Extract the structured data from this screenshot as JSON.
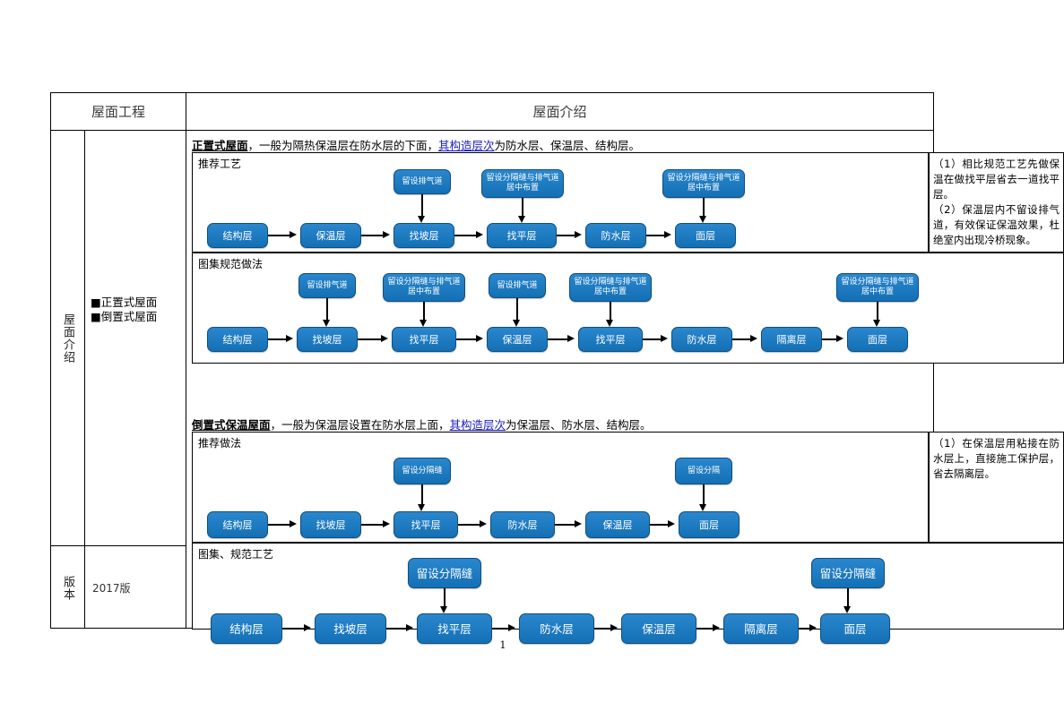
{
  "header": {
    "left_title": "屋面工程",
    "right_title": "屋面介绍"
  },
  "sidebar": {
    "section_label": "屋面介绍",
    "version_label": "版本",
    "version_value": "2017版",
    "bullets": [
      "■正置式屋面",
      "■倒置式屋面"
    ]
  },
  "intro1": {
    "bold": "正置式屋面",
    "mid": "，一般为隔热保温层在防水层的下面，",
    "link": "其构造层次",
    "tail": "为防水层、保温层、结构层。"
  },
  "intro2": {
    "bold": "倒置式保温屋面",
    "mid": "，一般为保温层设置在防水层上面，",
    "link": "其构造层次",
    "tail": "为保温层、防水层、结构层。"
  },
  "panels": {
    "p1_label": "推荐工艺",
    "p2_label": "图集规范做法",
    "p3_label": "推荐做法",
    "p4_label": "图集、规范工艺"
  },
  "notes": {
    "note1_line1": "（1）相比规范工艺先做保温在做找平层省去一道找平层。",
    "note1_line2": "（2）保温层内不留设排气道，有效保证保温效果，杜绝室内出现冷桥现象。",
    "note2_line1": "（1）在保温层用粘接在防水层上，直接施工保护层，省去隔离层。"
  },
  "flows": {
    "row1": {
      "nodes": [
        "结构层",
        "保温层",
        "找坡层",
        "找平层",
        "防水层",
        "面层"
      ],
      "annotations": [
        {
          "text": "留设排气道",
          "attach": 2
        },
        {
          "text": "留设分隔缝与排气道居中布置",
          "attach": 3
        },
        {
          "text": "留设分隔缝与排气道居中布置",
          "attach": 5
        }
      ]
    },
    "row2": {
      "nodes": [
        "结构层",
        "找坡层",
        "找平层",
        "保温层",
        "找平层",
        "防水层",
        "隔离层",
        "面层"
      ],
      "annotations": [
        {
          "text": "留设排气道",
          "attach": 1
        },
        {
          "text": "留设分隔缝与排气道居中布置",
          "attach": 2
        },
        {
          "text": "留设排气道",
          "attach": 3
        },
        {
          "text": "留设分隔缝与排气道居中布置",
          "attach": 4
        },
        {
          "text": "留设分隔缝与排气道居中布置",
          "attach": 7
        }
      ]
    },
    "row3": {
      "nodes": [
        "结构层",
        "找坡层",
        "找平层",
        "防水层",
        "保温层",
        "面层"
      ],
      "annotations": [
        {
          "text": "留设分隔缝",
          "attach": 2
        },
        {
          "text": "留设分隔",
          "attach": 5
        }
      ]
    },
    "row4": {
      "nodes": [
        "结构层",
        "找坡层",
        "找平层",
        "防水层",
        "保温层",
        "隔离层",
        "面层"
      ],
      "annotations": [
        {
          "text": "留设分隔缝",
          "attach": 2
        },
        {
          "text": "留设分隔缝",
          "attach": 6
        }
      ]
    }
  },
  "page_number": "1",
  "colors": {
    "node_fill": "#1f7bc1",
    "node_border": "#0e4f81",
    "link": "#1a1ac0"
  }
}
